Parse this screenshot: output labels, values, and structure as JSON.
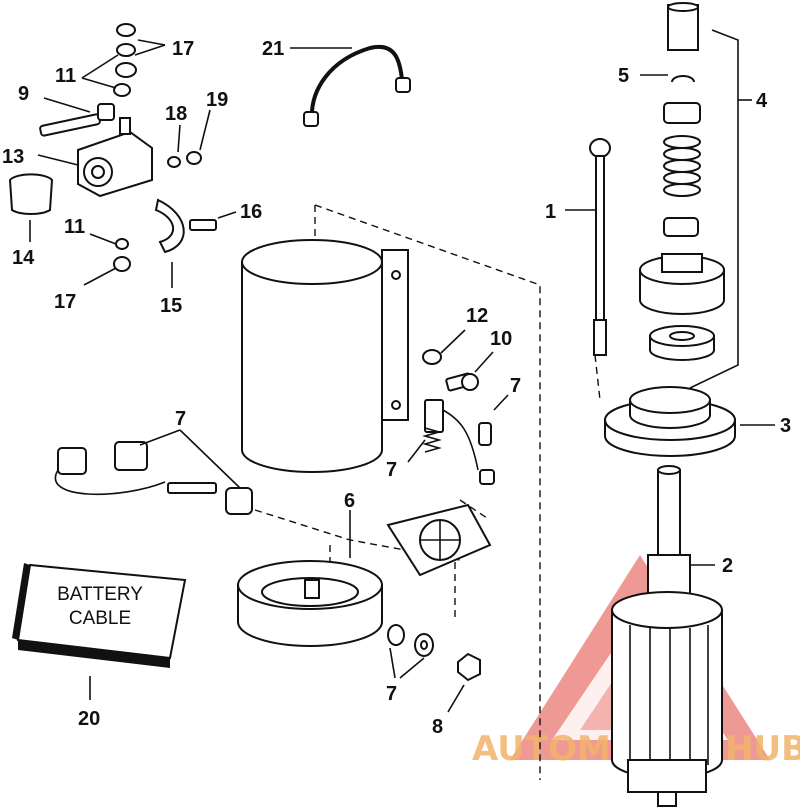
{
  "callouts": {
    "c1": "1",
    "c2": "2",
    "c3": "3",
    "c4": "4",
    "c5": "5",
    "c6": "6",
    "c7a": "7",
    "c7b": "7",
    "c7c": "7",
    "c7d": "7",
    "c8": "8",
    "c9": "9",
    "c10": "10",
    "c11a": "11",
    "c11b": "11",
    "c12": "12",
    "c13": "13",
    "c14": "14",
    "c15": "15",
    "c16": "16",
    "c17a": "17",
    "c17b": "17",
    "c18": "18",
    "c19": "19",
    "c20": "20",
    "c21": "21"
  },
  "battery_box": {
    "line1": "BATTERY",
    "line2": "CABLE"
  },
  "watermark": {
    "text": "AUTOMOTIVEHUB"
  },
  "colors": {
    "ink": "#111111",
    "watermark_red": "#e0463c",
    "watermark_orange": "#f2b36b"
  }
}
